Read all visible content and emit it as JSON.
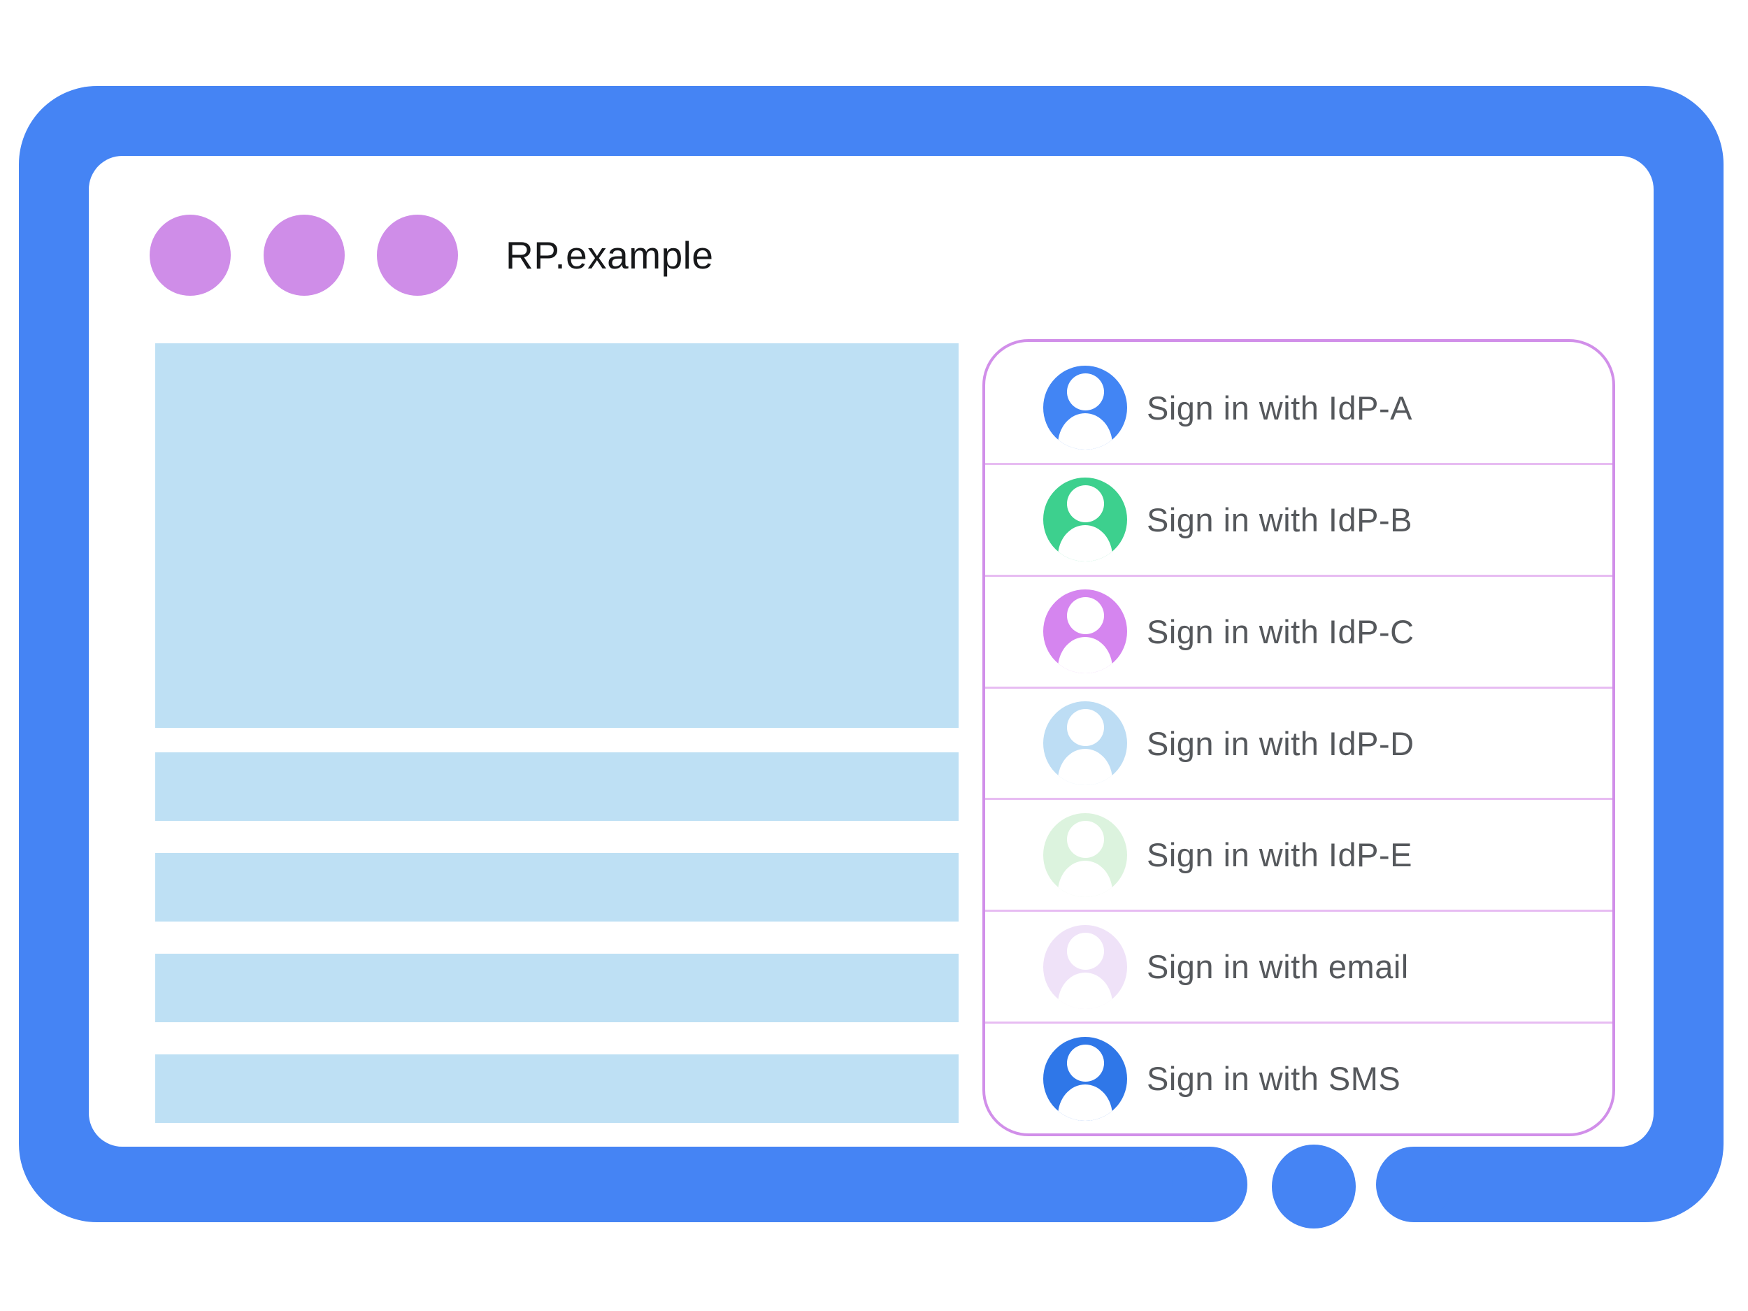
{
  "window": {
    "title": "RP.example",
    "controls": [
      "dot",
      "dot",
      "dot"
    ]
  },
  "signin_panel": {
    "options": [
      {
        "label": "Sign in with IdP-A",
        "avatar_color": "#4285F4"
      },
      {
        "label": "Sign in with IdP-B",
        "avatar_color": "#3DD08E"
      },
      {
        "label": "Sign in with IdP-C",
        "avatar_color": "#D585EF"
      },
      {
        "label": "Sign in with IdP-D",
        "avatar_color": "#BDDDF4"
      },
      {
        "label": "Sign in with IdP-E",
        "avatar_color": "#DCF3DE"
      },
      {
        "label": "Sign in with email",
        "avatar_color": "#EFE2F8"
      },
      {
        "label": "Sign in with SMS",
        "avatar_color": "#2F77E8"
      }
    ]
  },
  "colors": {
    "frame_blue": "#4584F4",
    "dot_purple": "#CF8DE8",
    "placeholder_blue": "#BEE0F4",
    "panel_border": "#D18FE9",
    "divider_purple": "#E7BCF2",
    "title_text": "#17181A",
    "label_text": "#55585C",
    "avatar_glyph": "#FFFFFF"
  }
}
